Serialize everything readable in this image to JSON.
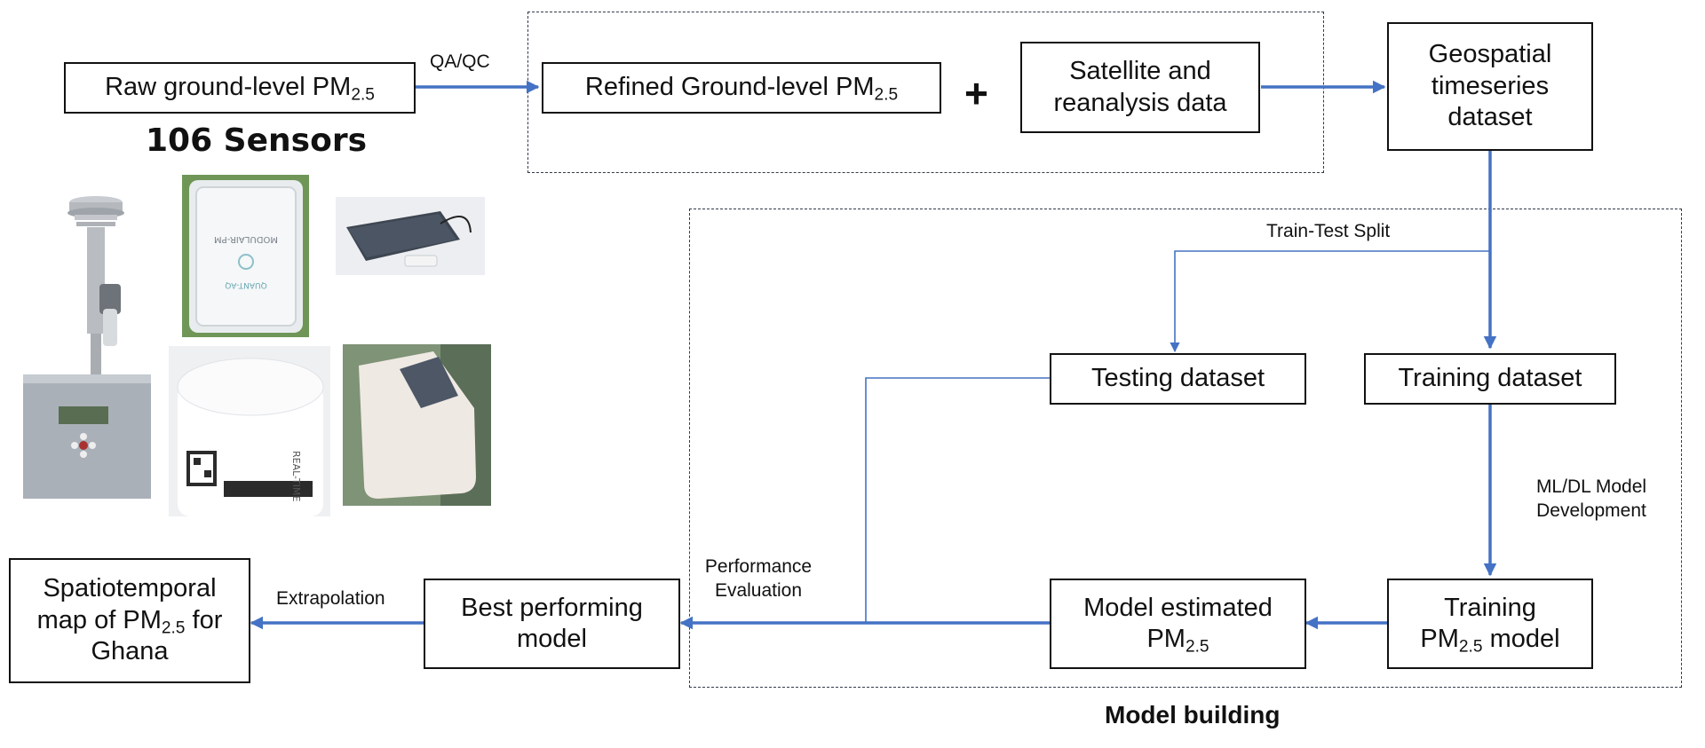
{
  "diagram": {
    "nodes": {
      "raw": {
        "text": "Raw ground-level PM",
        "sub": "2.5"
      },
      "refined": {
        "text": "Refined Ground-level PM",
        "sub": "2.5"
      },
      "plus": "+",
      "satellite": {
        "line1": "Satellite and",
        "line2": "reanalysis data"
      },
      "geospatial": {
        "line1": "Geospatial",
        "line2": "timeseries",
        "line3": "dataset"
      },
      "testing": "Testing dataset",
      "training": "Training dataset",
      "training_model": {
        "line1": "Training",
        "line2_pre": "PM",
        "line2_sub": "2.5",
        "line2_post": " model"
      },
      "model_estimated": {
        "line1": "Model estimated",
        "line2_pre": "PM",
        "line2_sub": "2.5"
      },
      "best": {
        "line1": "Best performing",
        "line2": "model"
      },
      "map": {
        "line1": "Spatiotemporal",
        "line2_pre": "map of PM",
        "line2_sub": "2.5",
        "line2_post": " for",
        "line3": "Ghana"
      }
    },
    "edge_labels": {
      "qa_qc": "QA/QC",
      "train_test_split": "Train-Test Split",
      "ml_dl_1": "ML/DL Model",
      "ml_dl_2": "Development",
      "perf_1": "Performance",
      "perf_2": "Evaluation",
      "extrapolation": "Extrapolation"
    },
    "sensors_label": "106 Sensors",
    "group_label": "Model building",
    "colors": {
      "arrow": "#4472c4",
      "box_border": "#111111",
      "dashed_border": "#333a4a"
    },
    "photo_icons": [
      "reference-monitor-icon",
      "modulair-sensor-icon",
      "solar-panel-sensor-icon",
      "real-time-sensor-icon",
      "white-housing-sensor-icon"
    ],
    "photo_text": {
      "modulair_brand": "MODULAIR-PM",
      "modulair_maker": "QUANT-AQ",
      "realtime_tag": "REAL-TIME"
    }
  }
}
